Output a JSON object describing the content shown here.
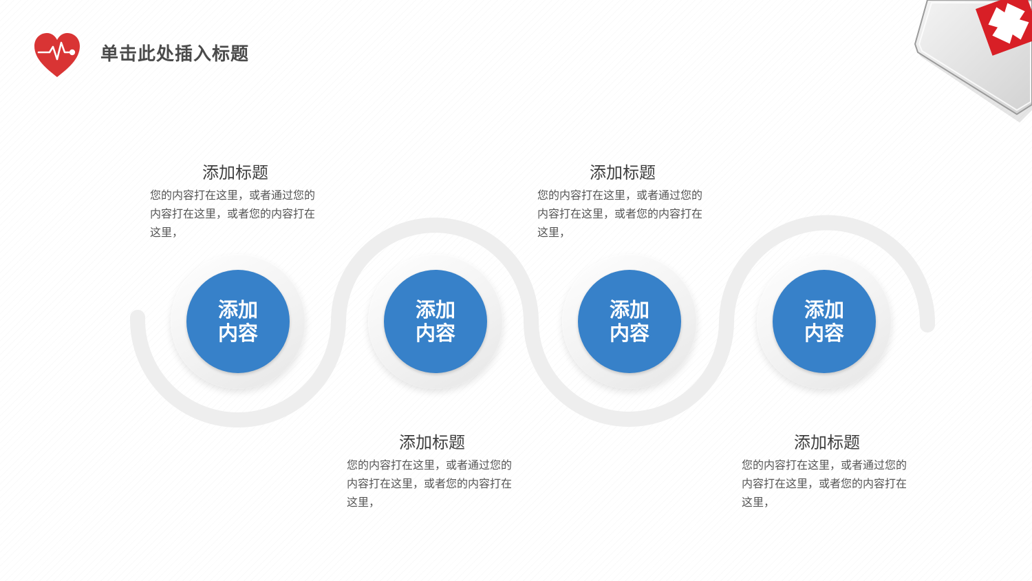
{
  "header": {
    "title": "单击此处插入标题"
  },
  "colors": {
    "accent_red": "#d93434",
    "node_blue": "#3781c9",
    "track_gray": "#eeeeee"
  },
  "icons": {
    "header": "heartbeat-heart-icon",
    "corner": "first-aid-kit-icon"
  },
  "nodes": [
    {
      "label": "添加内容"
    },
    {
      "label": "添加内容"
    },
    {
      "label": "添加内容"
    },
    {
      "label": "添加内容"
    }
  ],
  "items": [
    {
      "title": "添加标题",
      "text": "您的内容打在这里，或者通过您的内容打在这里，或者您的内容打在这里，"
    },
    {
      "title": "添加标题",
      "text": "您的内容打在这里，或者通过您的内容打在这里，或者您的内容打在这里，"
    },
    {
      "title": "添加标题",
      "text": "您的内容打在这里，或者通过您的内容打在这里，或者您的内容打在这里，"
    },
    {
      "title": "添加标题",
      "text": "您的内容打在这里，或者通过您的内容打在这里，或者您的内容打在这里，"
    }
  ]
}
